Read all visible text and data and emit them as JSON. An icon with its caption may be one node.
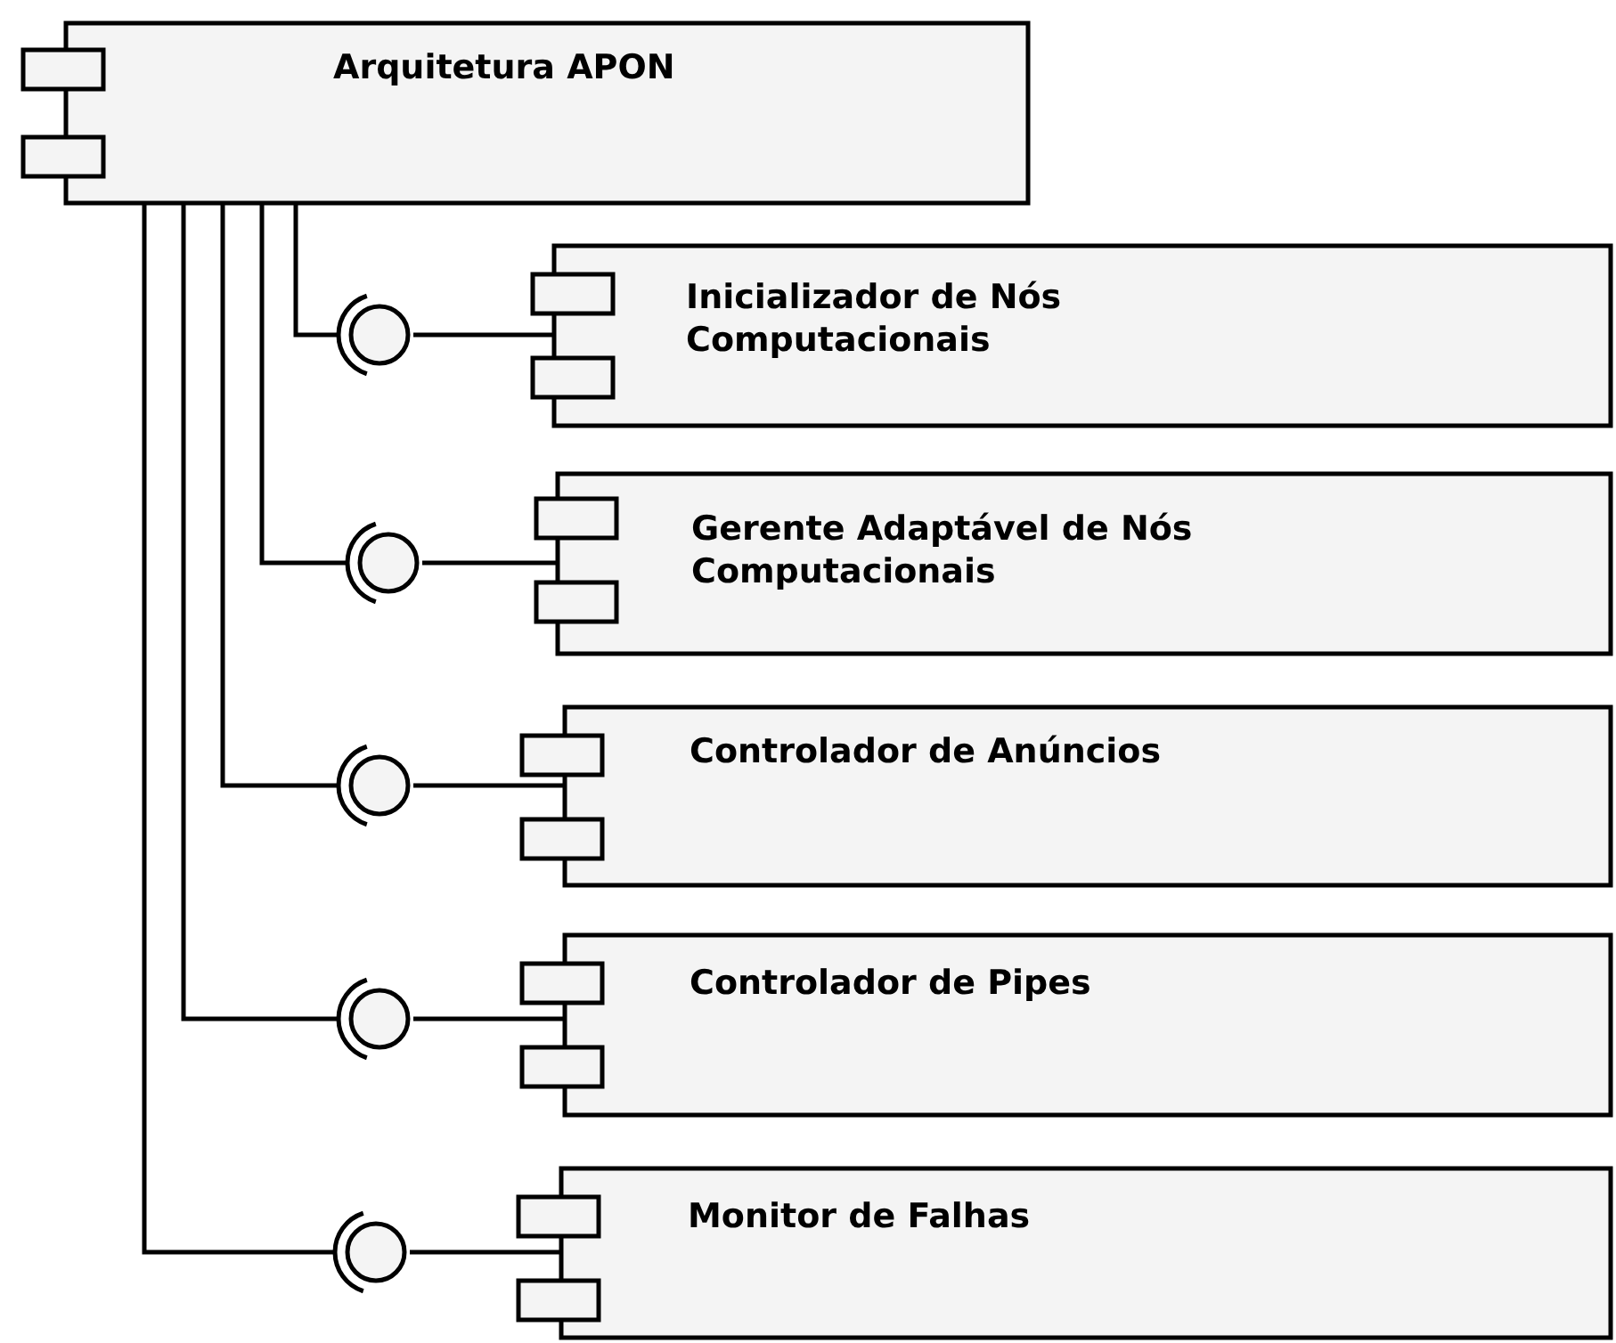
{
  "diagram": {
    "nodes": [
      {
        "text": [
          "Arquitetura APON"
        ]
      },
      {
        "text": [
          "Inicializador de Nós Computacionais"
        ]
      },
      {
        "text": [
          "Gerente Adaptável de Nós Computacionais"
        ]
      },
      {
        "text": [
          "Controlador de Anúncios"
        ]
      },
      {
        "text": [
          "Controlador de Pipes"
        ]
      },
      {
        "text": [
          "Monitor de Falhas"
        ]
      },
      {
        "text": [],
        "shape": "circle"
      },
      {
        "text": [],
        "shape": "circle"
      },
      {
        "text": [],
        "shape": "circle"
      },
      {
        "text": [],
        "shape": "circle"
      },
      {
        "text": [],
        "shape": "circle"
      }
    ],
    "edges": [
      {
        "from": 0,
        "to": 6,
        "arrow": "none"
      },
      {
        "from": 1,
        "to": 6,
        "arrow": "none"
      },
      {
        "from": 0,
        "to": 7,
        "arrow": "none"
      },
      {
        "from": 2,
        "to": 7,
        "arrow": "none"
      },
      {
        "from": 0,
        "to": 8,
        "arrow": "none"
      },
      {
        "from": 3,
        "to": 8,
        "arrow": "none"
      },
      {
        "from": 0,
        "to": 9,
        "arrow": "none"
      },
      {
        "from": 4,
        "to": 9,
        "arrow": "none"
      },
      {
        "from": 0,
        "to": 10,
        "arrow": "none"
      },
      {
        "from": 5,
        "to": 10,
        "arrow": "none"
      }
    ]
  }
}
